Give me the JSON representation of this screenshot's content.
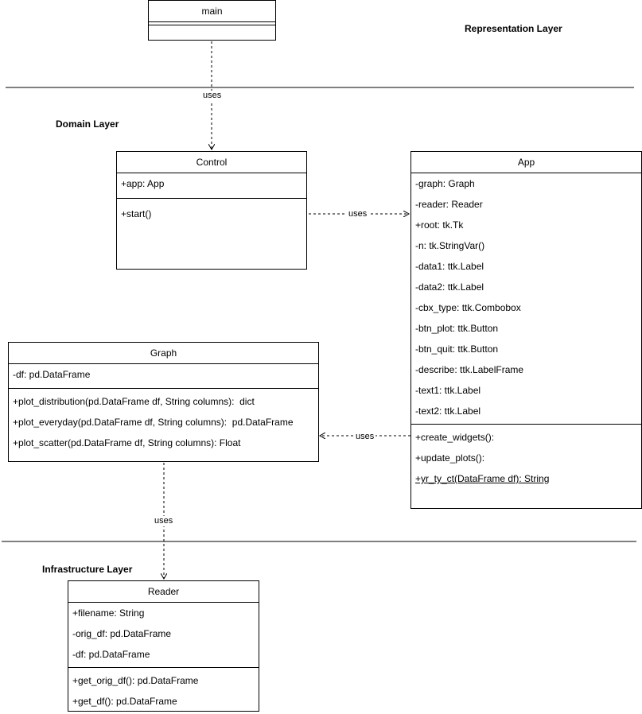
{
  "layers": {
    "representation": "Representation Layer",
    "domain": "Domain Layer",
    "infrastructure": "Infrastructure Layer"
  },
  "classes": {
    "main": {
      "name": "main",
      "attributes": [],
      "methods": []
    },
    "control": {
      "name": "Control",
      "attributes": [
        "+app: App"
      ],
      "methods": [
        "+start()"
      ]
    },
    "app": {
      "name": "App",
      "attributes": [
        "-graph: Graph",
        "-reader: Reader",
        "+root: tk.Tk",
        "-n: tk.StringVar()",
        "-data1: ttk.Label",
        "-data2: ttk.Label",
        "-cbx_type: ttk.Combobox",
        "-btn_plot: ttk.Button",
        "-btn_quit: ttk.Button",
        "-describe: ttk.LabelFrame",
        "-text1: ttk.Label",
        "-text2: ttk.Label"
      ],
      "methods": [
        "+create_widgets():",
        "+update_plots():",
        "+yr_ty_ct(DataFrame df): String"
      ]
    },
    "graph": {
      "name": "Graph",
      "attributes": [
        "-df: pd.DataFrame"
      ],
      "methods": [
        "+plot_distribution(pd.DataFrame df, String columns):  dict",
        "+plot_everyday(pd.DataFrame df, String columns):  pd.DataFrame",
        "+plot_scatter(pd.DataFrame df, String columns): Float"
      ]
    },
    "reader": {
      "name": "Reader",
      "attributes": [
        "+filename: String",
        "-orig_df: pd.DataFrame",
        "-df: pd.DataFrame"
      ],
      "methods": [
        "+get_orig_df(): pd.DataFrame",
        "+get_df(): pd.DataFrame"
      ]
    }
  },
  "relations": {
    "main_control": "uses",
    "control_app": "uses",
    "app_graph": "uses",
    "graph_reader": "uses"
  }
}
